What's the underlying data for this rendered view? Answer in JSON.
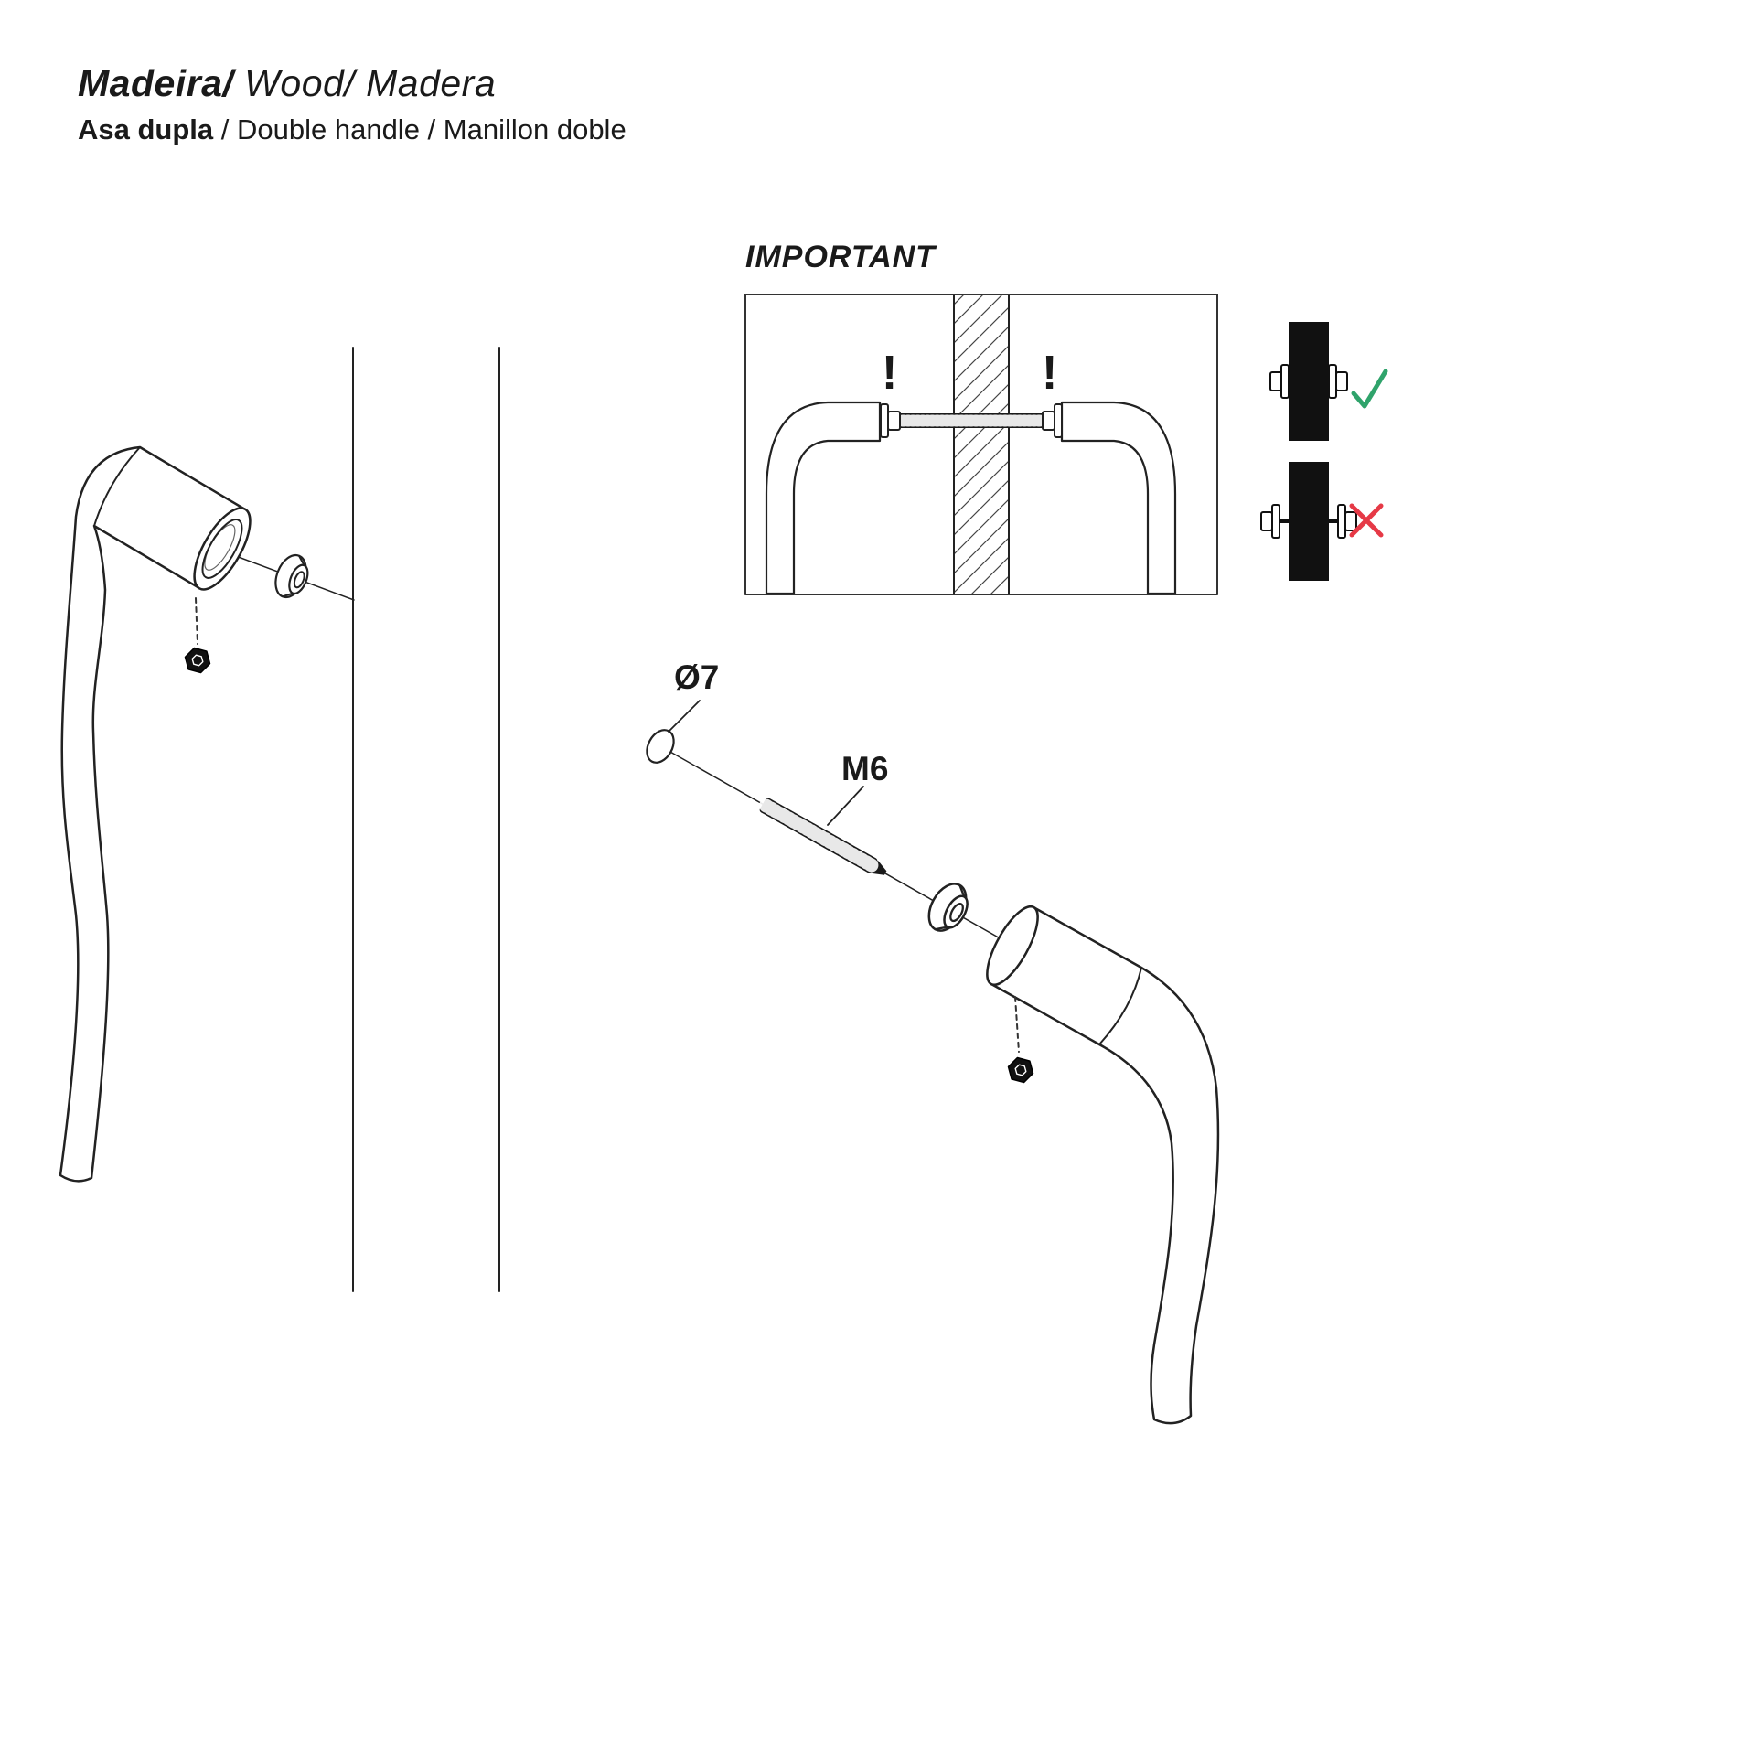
{
  "header": {
    "title_primary": "Madeira/",
    "title_secondary": " Wood/ Madera",
    "subtitle_primary": "Asa dupla",
    "subtitle_secondary": " / Double handle / Manillon doble"
  },
  "important_panel": {
    "label": "IMPORTANT",
    "warn_left": "!",
    "warn_right": "!"
  },
  "labels": {
    "hole_diameter": "Ø7",
    "thread_size": "M6"
  },
  "legend": {
    "correct_color": "#2fa36b",
    "wrong_color": "#e63946"
  }
}
